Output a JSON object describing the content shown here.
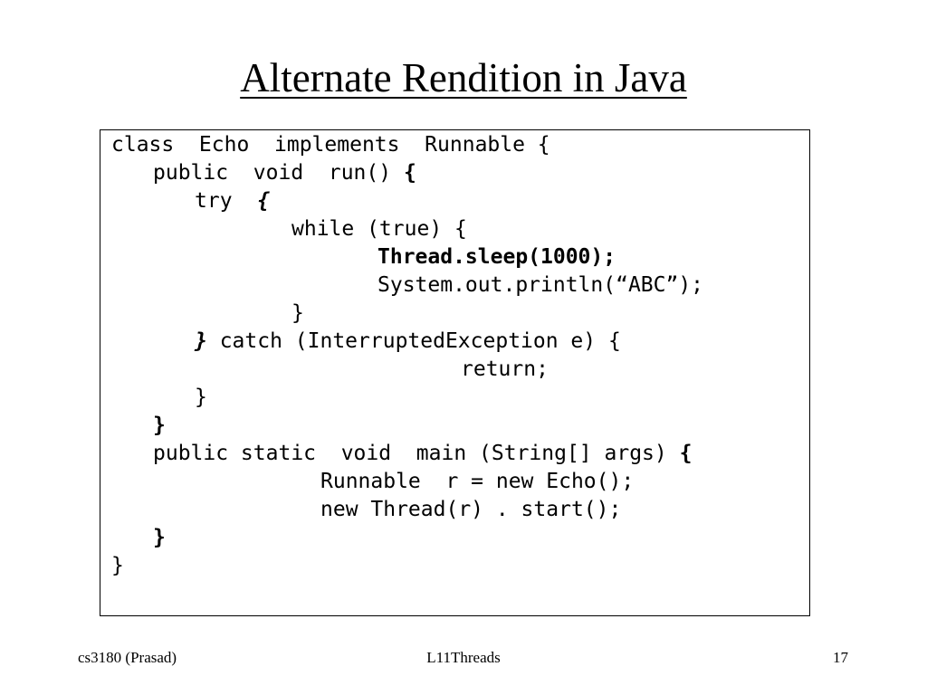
{
  "slide": {
    "title": "Alternate Rendition in Java",
    "code": {
      "l1": "class  Echo  implements  Runnable {",
      "l2_text": "public  void  run() ",
      "l2_brace": "{",
      "l3_text": "try  ",
      "l3_brace": "{",
      "l4": "while (true) {",
      "l5": "Thread.sleep(1000);",
      "l6": "System.out.println(“ABC”);",
      "l7": "}",
      "l8_brace": "}",
      "l8_text": " catch (InterruptedException e) {",
      "l9": "return;",
      "l10": "}",
      "l11": "}",
      "l12_text": "public static  void  main (String[] args) ",
      "l12_brace": "{",
      "l13": "Runnable  r = new Echo();",
      "l14": "new Thread(r) . start();",
      "l15": "}",
      "l16": "}"
    },
    "footer": {
      "left": "cs3180 (Prasad)",
      "center": "L11Threads",
      "right": "17"
    }
  }
}
